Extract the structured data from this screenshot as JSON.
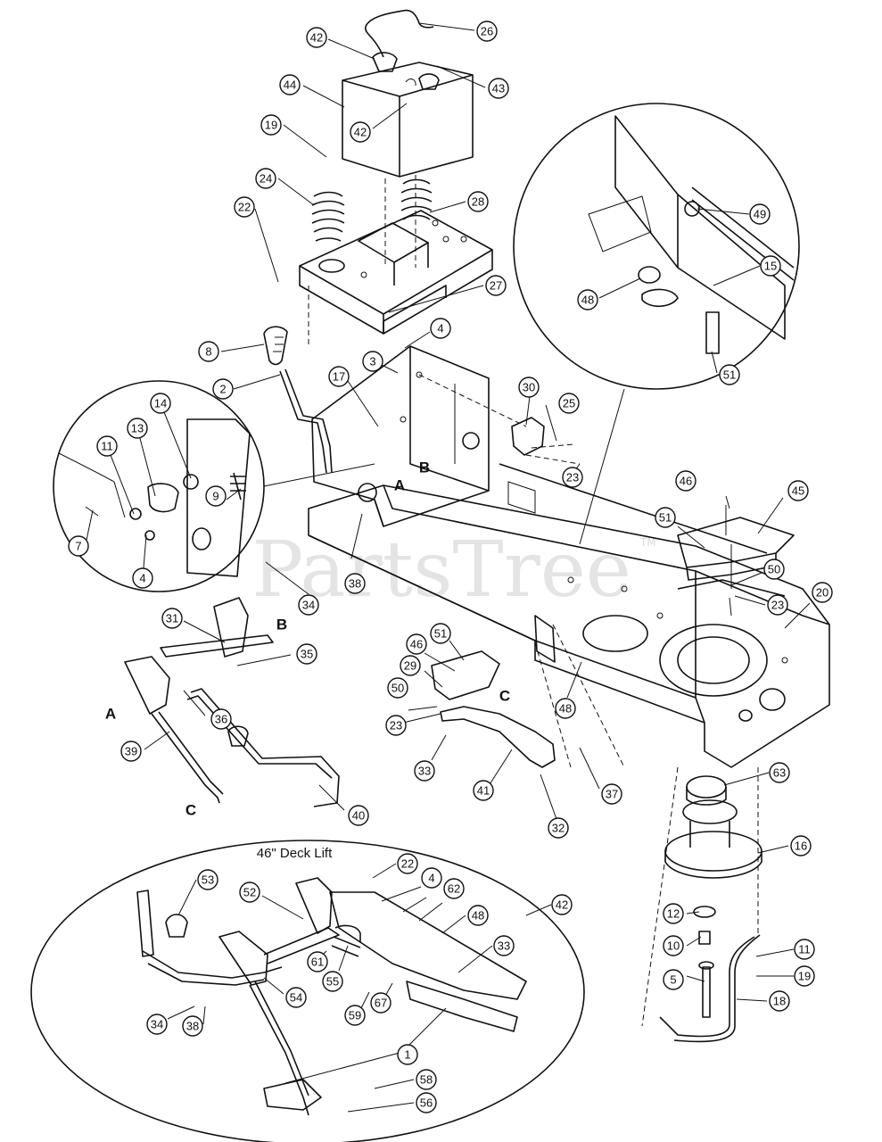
{
  "watermark": {
    "text": "PartsTree",
    "trademark": "TM"
  },
  "inset_title": "46\" Deck Lift",
  "letters": [
    "A",
    "B",
    "C"
  ],
  "callouts": [
    "26",
    "42",
    "43",
    "44",
    "42",
    "19",
    "24",
    "28",
    "22",
    "27",
    "8",
    "4",
    "2",
    "3",
    "17",
    "30",
    "25",
    "14",
    "13",
    "11",
    "9",
    "7",
    "4",
    "23",
    "34",
    "38",
    "46",
    "45",
    "51",
    "50",
    "23",
    "20",
    "31",
    "35",
    "36",
    "39",
    "40",
    "46",
    "51",
    "29",
    "50",
    "23",
    "33",
    "41",
    "37",
    "32",
    "48",
    "63",
    "16",
    "12",
    "10",
    "5",
    "11",
    "19",
    "18",
    "53",
    "52",
    "22",
    "4",
    "62",
    "48",
    "33",
    "61",
    "55",
    "54",
    "34",
    "38",
    "59",
    "67",
    "42",
    "1",
    "58",
    "56",
    "49",
    "15",
    "48",
    "51"
  ]
}
